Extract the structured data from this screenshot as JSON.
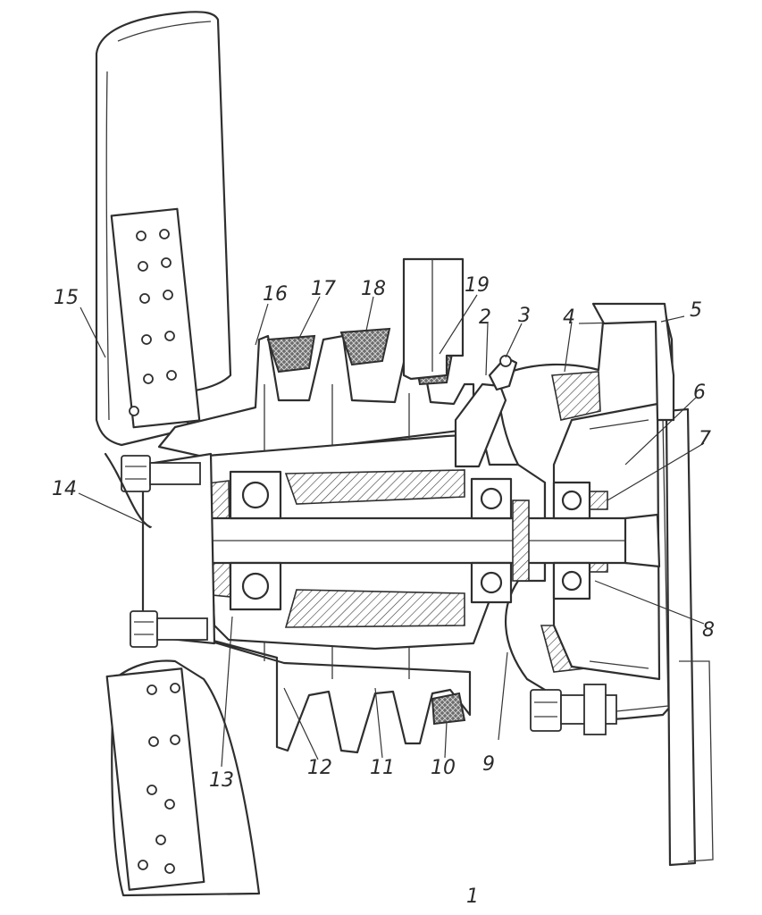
{
  "diagram": {
    "callouts": [
      {
        "label": "1"
      },
      {
        "label": "2"
      },
      {
        "label": "3"
      },
      {
        "label": "4"
      },
      {
        "label": "5"
      },
      {
        "label": "6"
      },
      {
        "label": "7"
      },
      {
        "label": "8"
      },
      {
        "label": "9"
      },
      {
        "label": "10"
      },
      {
        "label": "11"
      },
      {
        "label": "12"
      },
      {
        "label": "13"
      },
      {
        "label": "14"
      },
      {
        "label": "15"
      },
      {
        "label": "16"
      },
      {
        "label": "17"
      },
      {
        "label": "18"
      },
      {
        "label": "19"
      }
    ]
  }
}
